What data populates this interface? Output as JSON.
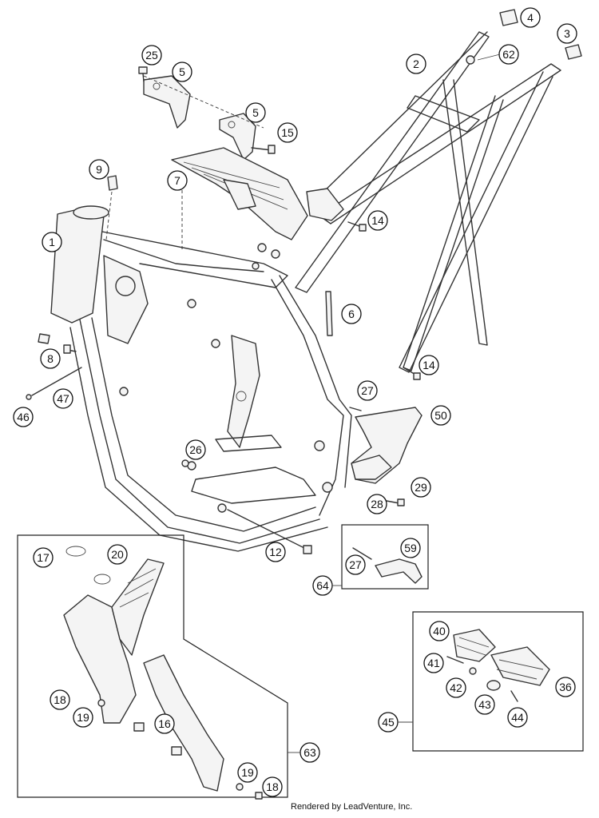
{
  "footer": "Rendered by LeadVenture, Inc.",
  "callouts": {
    "c1": "1",
    "c2": "2",
    "c3": "3",
    "c4": "4",
    "c5a": "5",
    "c5b": "5",
    "c6": "6",
    "c7": "7",
    "c8": "8",
    "c9": "9",
    "c12": "12",
    "c14a": "14",
    "c14b": "14",
    "c15": "15",
    "c16": "16",
    "c17": "17",
    "c18a": "18",
    "c18b": "18",
    "c19a": "19",
    "c19b": "19",
    "c20": "20",
    "c25": "25",
    "c26": "26",
    "c27a": "27",
    "c27b": "27",
    "c28": "28",
    "c29": "29",
    "c36": "36",
    "c40": "40",
    "c41": "41",
    "c42": "42",
    "c43": "43",
    "c44": "44",
    "c45": "45",
    "c46": "46",
    "c47": "47",
    "c50": "50",
    "c59": "59",
    "c62": "62",
    "c63": "63",
    "c64": "64"
  }
}
